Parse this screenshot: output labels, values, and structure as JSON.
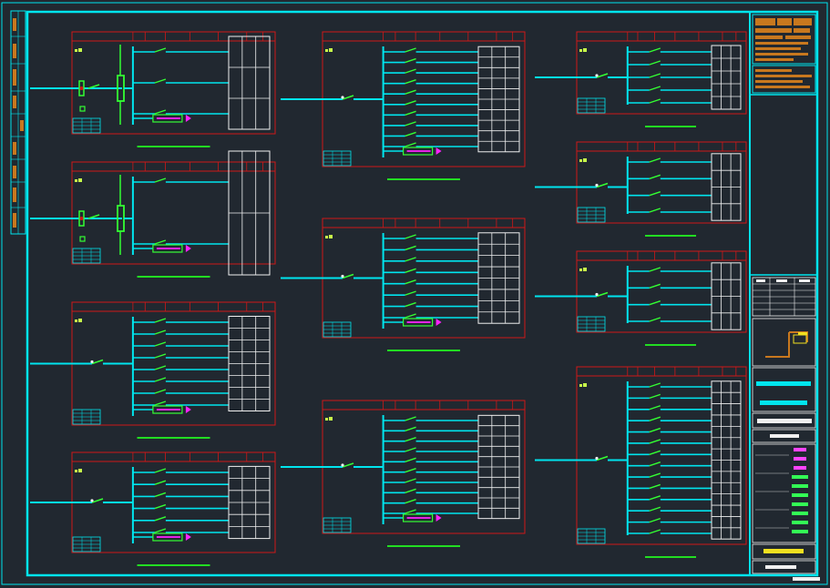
{
  "document": {
    "type": "electrical-single-line-diagram",
    "sheet": "A1",
    "background": "#212830"
  },
  "colors": {
    "frame": "#00e5ee",
    "panel_border": "#d01818",
    "bus": "#00e5ee",
    "breaker": "#33ff33",
    "table": "#f0f0f0",
    "caption_line": "#22dd22",
    "arrow": "#ff22ff",
    "label": "#c8ff4a",
    "orange_text": "#c8781e",
    "yellow_text": "#f0e020",
    "green_text": "#33ff55",
    "magenta_text": "#ff44ff",
    "white_text": "#f0f0f0"
  },
  "legibility_note_visible": false,
  "panels": [
    {
      "id": "p1",
      "column": "left",
      "feeder_type": "metered",
      "circuits": 3,
      "has_arrow": true
    },
    {
      "id": "p2",
      "column": "left",
      "feeder_type": "metered",
      "circuits": 2,
      "has_arrow": true
    },
    {
      "id": "p3",
      "column": "left",
      "feeder_type": "switch",
      "circuits": 8,
      "has_arrow": true
    },
    {
      "id": "p4",
      "column": "left",
      "feeder_type": "switch",
      "circuits": 6,
      "has_arrow": true
    },
    {
      "id": "p5",
      "column": "middle",
      "feeder_type": "switch",
      "circuits": 10,
      "has_arrow": true
    },
    {
      "id": "p6",
      "column": "middle",
      "feeder_type": "switch",
      "circuits": 8,
      "has_arrow": true
    },
    {
      "id": "p7",
      "column": "middle",
      "feeder_type": "switch",
      "circuits": 10,
      "has_arrow": true
    },
    {
      "id": "p8",
      "column": "right",
      "feeder_type": "switch",
      "circuits": 5,
      "has_arrow": false
    },
    {
      "id": "p9",
      "column": "right",
      "feeder_type": "switch",
      "circuits": 4,
      "has_arrow": false
    },
    {
      "id": "p10",
      "column": "right",
      "feeder_type": "switch",
      "circuits": 4,
      "has_arrow": false
    },
    {
      "id": "p11",
      "column": "right",
      "feeder_type": "switch",
      "circuits": 14,
      "has_arrow": false
    }
  ],
  "title_block": {
    "sections": [
      "company-logo-block",
      "revision-table",
      "stamp-block",
      "project-name",
      "drawing-number",
      "drawing-title",
      "signature-list",
      "drawing-name",
      "sheet-number"
    ]
  }
}
